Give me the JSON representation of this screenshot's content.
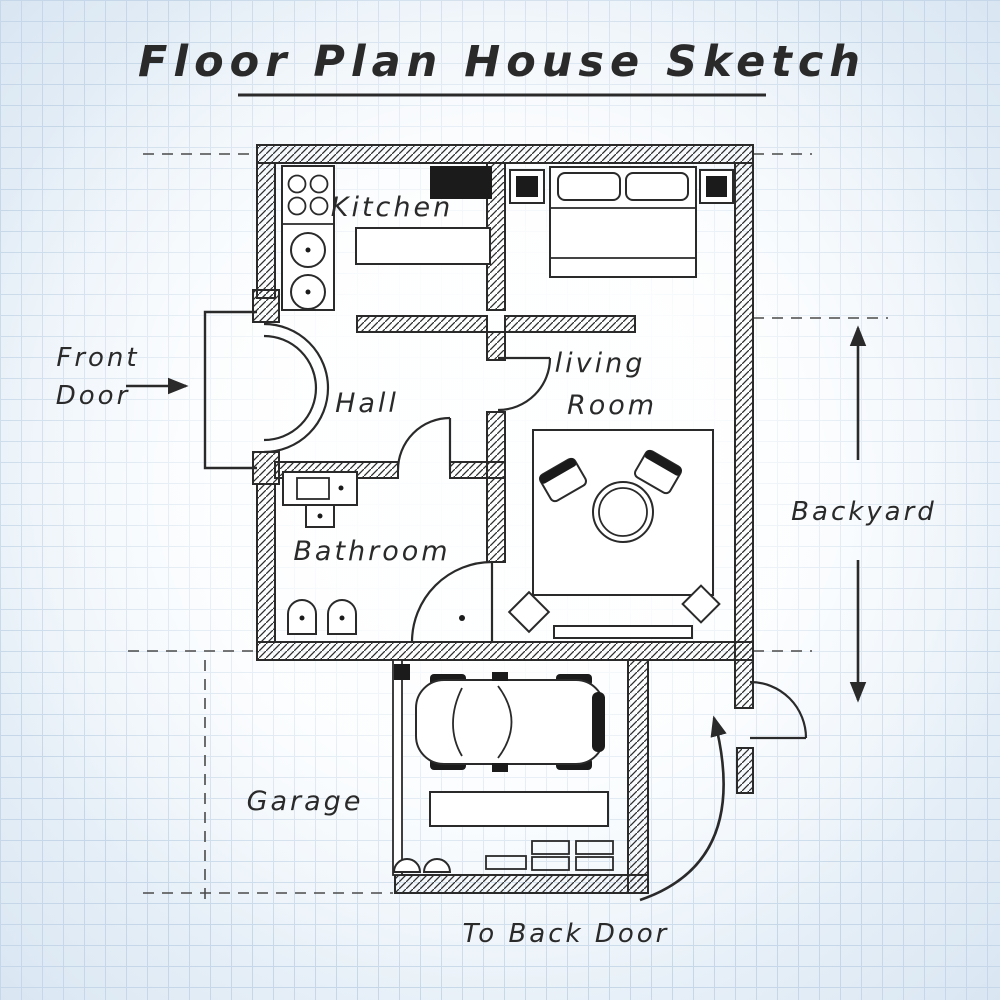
{
  "title": "Floor Plan House Sketch",
  "rooms": {
    "kitchen": "Kitchen",
    "hall": "Hall",
    "living_line1": "living",
    "living_line2": "Room",
    "bathroom": "Bathroom",
    "garage": "Garage"
  },
  "annotations": {
    "front_door_line1": "Front",
    "front_door_line2": "Door",
    "backyard": "Backyard",
    "to_back_door": "To Back Door"
  },
  "colors": {
    "ink": "#2a2a2a",
    "grid": "#c5d7e8"
  }
}
